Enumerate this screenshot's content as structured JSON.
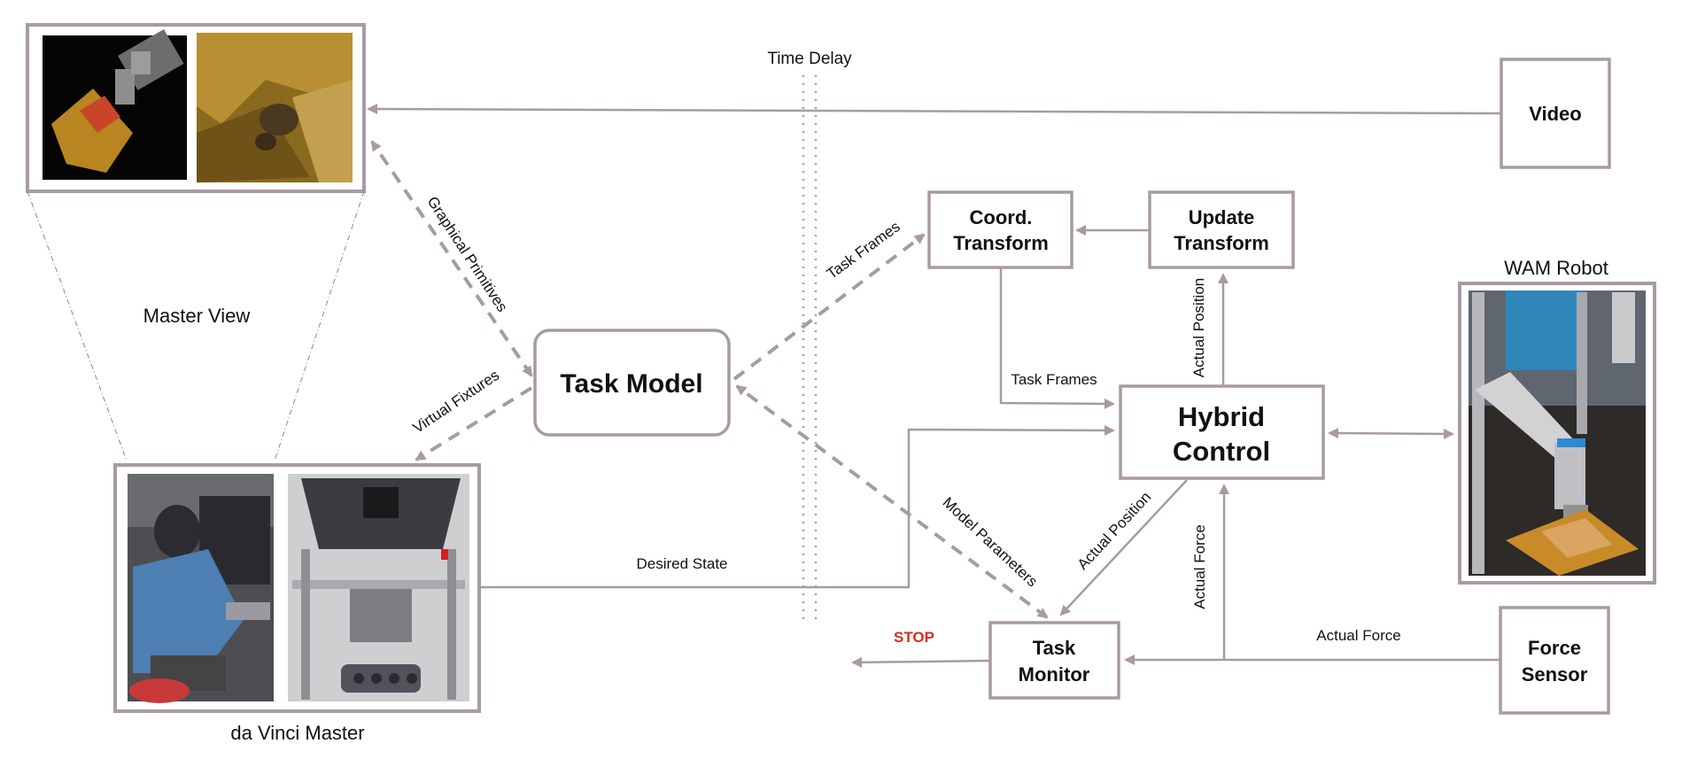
{
  "labels": {
    "time_delay": "Time Delay",
    "master_view": "Master View",
    "da_vinci_master": "da Vinci Master",
    "wam_robot": "WAM Robot",
    "graphical_primitives": "Graphical Primitives",
    "virtual_fixtures": "Virtual Fixtures",
    "task_frames_upper": "Task Frames",
    "task_frames_lower": "Task Frames",
    "actual_position_vertical": "Actual Position",
    "actual_position_diagonal": "Actual Position",
    "model_parameters": "Model Parameters",
    "desired_state": "Desired State",
    "actual_force_vertical": "Actual Force",
    "actual_force_horizontal": "Actual Force",
    "stop": "STOP"
  },
  "boxes": {
    "video": "Video",
    "coord_transform_line1": "Coord.",
    "coord_transform_line2": "Transform",
    "update_transform_line1": "Update",
    "update_transform_line2": "Transform",
    "task_model": "Task Model",
    "hybrid_control_line1": "Hybrid",
    "hybrid_control_line2": "Control",
    "task_monitor_line1": "Task",
    "task_monitor_line2": "Monitor",
    "force_sensor_line1": "Force",
    "force_sensor_line2": "Sensor"
  },
  "colors": {
    "stroke": "#a89aa2",
    "stop": "#e0281e"
  }
}
